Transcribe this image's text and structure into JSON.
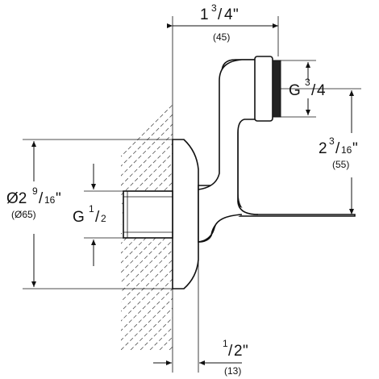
{
  "dimensions": {
    "depth": {
      "whole": "1",
      "num": "3",
      "den": "4",
      "unit": "\"",
      "metric": "(45)"
    },
    "thread_outlet": {
      "prefix": "G",
      "num": "3",
      "den": "4"
    },
    "offset": {
      "whole": "2",
      "num": "3",
      "den": "16",
      "unit": "\"",
      "metric": "(55)"
    },
    "flange_diameter": {
      "whole": "Ø2",
      "num": "9",
      "den": "16",
      "unit": "\"",
      "metric": "(Ø65)"
    },
    "thread_inlet": {
      "prefix": "G",
      "num": "1",
      "den": "2"
    },
    "wall_offset": {
      "num": "1",
      "den": "2",
      "unit": "\"",
      "metric": "(13)"
    }
  }
}
